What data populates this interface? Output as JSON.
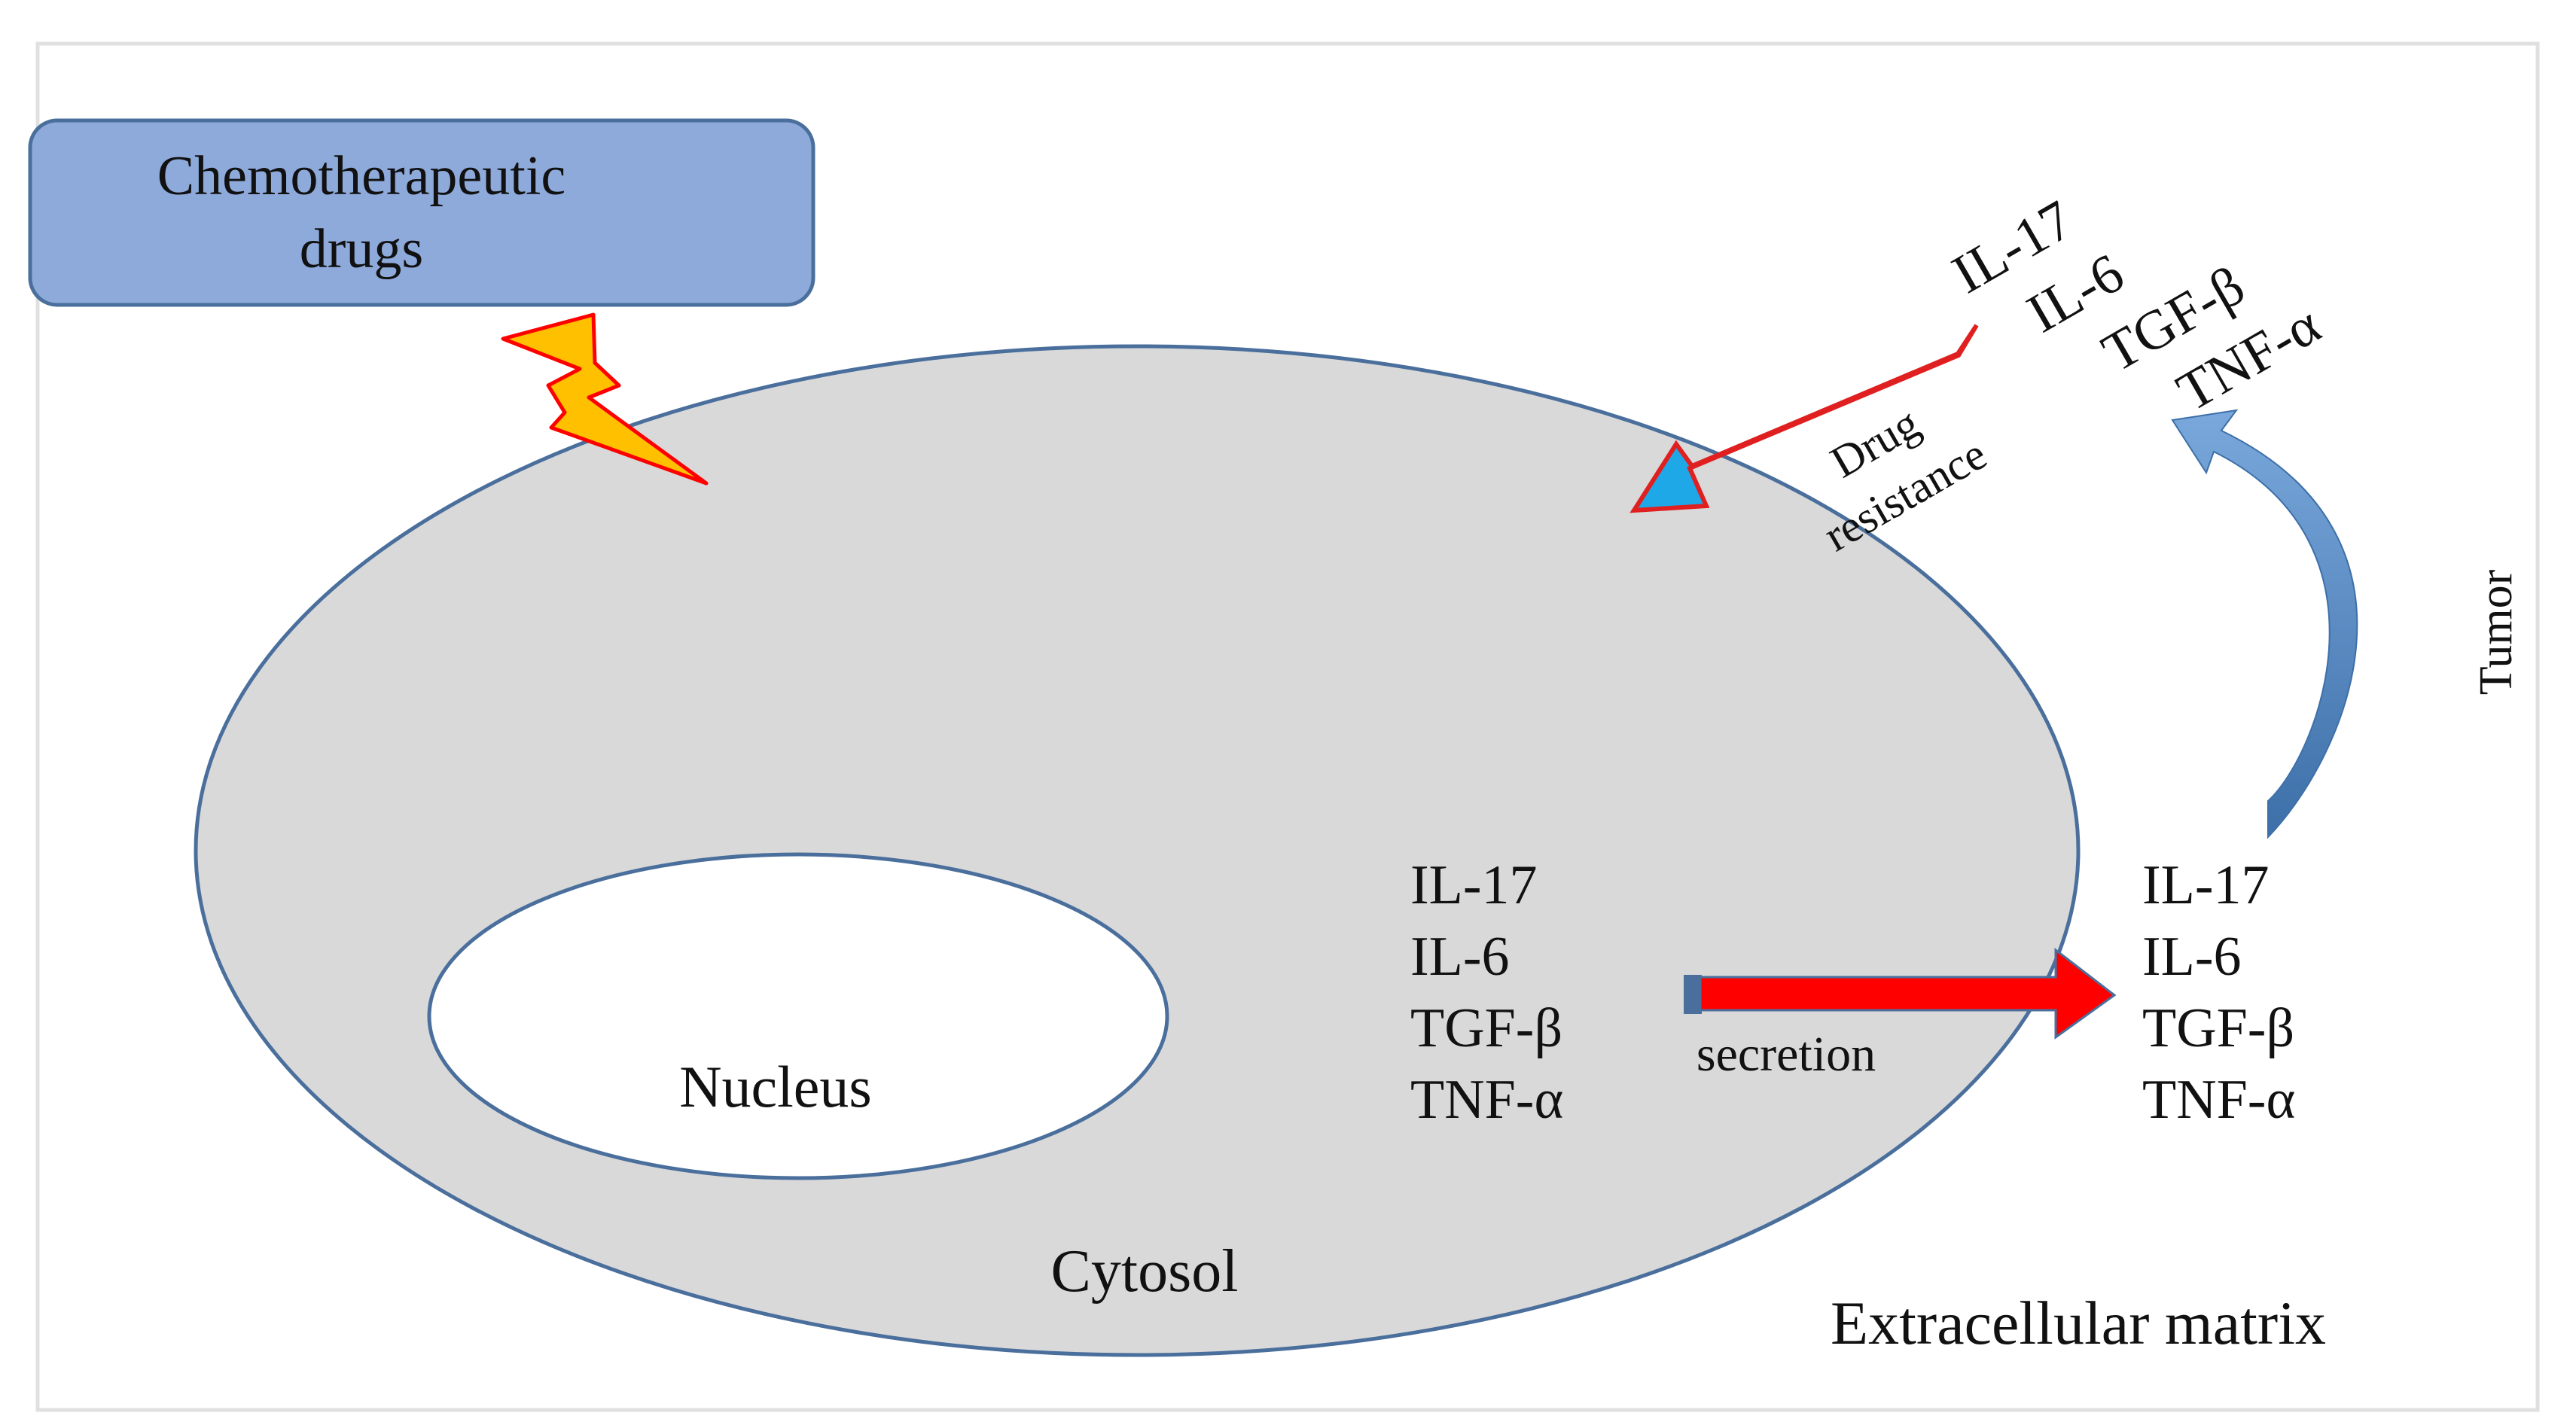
{
  "labels": {
    "chemo_box": [
      "Chemotherapeutic",
      "drugs"
    ],
    "nucleus": "Nucleus",
    "cytosol": "Cytosol",
    "extracellular": "Extracellular matrix",
    "secretion": "secretion",
    "drug_resistance": [
      "Drug",
      "resistance"
    ],
    "tumor": "Tumor"
  },
  "cytokines": {
    "inside": [
      "IL-17",
      "IL-6",
      "TGF-β",
      "TNF-α"
    ],
    "outside": [
      "IL-17",
      "IL-6",
      "TGF-β",
      "TNF-α"
    ],
    "top": [
      "IL-17",
      "IL-6",
      "TGF-β",
      "TNF-α"
    ]
  },
  "colors": {
    "cell_fill": "#d9d9d9",
    "cell_stroke": "#4a6f9c",
    "chemo_box_fill": "#8eaadb",
    "chemo_box_stroke": "#4a6f9c",
    "lightning_fill": "#ffc000",
    "lightning_stroke": "#ff0000",
    "secretion_arrow": "#ff0000",
    "resistance_arrow_fill": "#1fa8e8",
    "resistance_arrow_stroke": "#e02020",
    "tumor_arrow": "#4f84c4"
  }
}
